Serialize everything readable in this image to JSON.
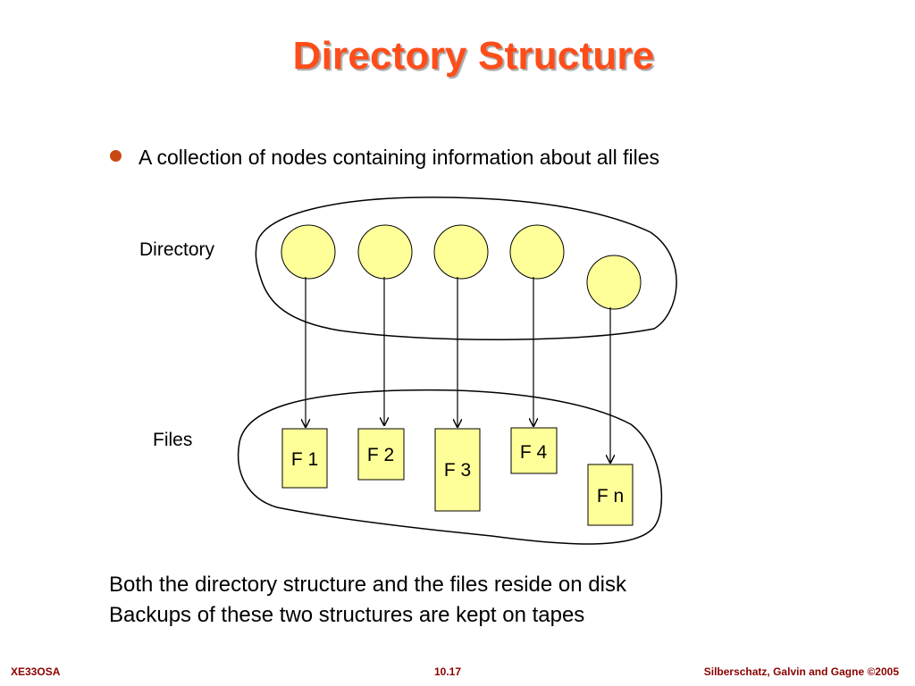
{
  "slide": {
    "title": "Directory Structure",
    "bullet": "A collection of nodes containing information about all files"
  },
  "diagram": {
    "directory_label": "Directory",
    "files_label": "Files",
    "files": [
      "F 1",
      "F 2",
      "F 3",
      "F 4",
      "F n"
    ],
    "colors": {
      "node_fill": "#ffff99",
      "file_fill": "#ffff99",
      "stroke": "#000000"
    }
  },
  "body_lines": [
    "Both the directory structure and the files reside on disk",
    "Backups of these two structures are kept on tapes"
  ],
  "footer": {
    "left": "XE33OSA",
    "center": "10.17",
    "right": "Silberschatz, Galvin and Gagne ©2005"
  },
  "colors": {
    "title": "#ff4d1a",
    "bullet": "#c84a12",
    "footer": "#8b0000"
  }
}
